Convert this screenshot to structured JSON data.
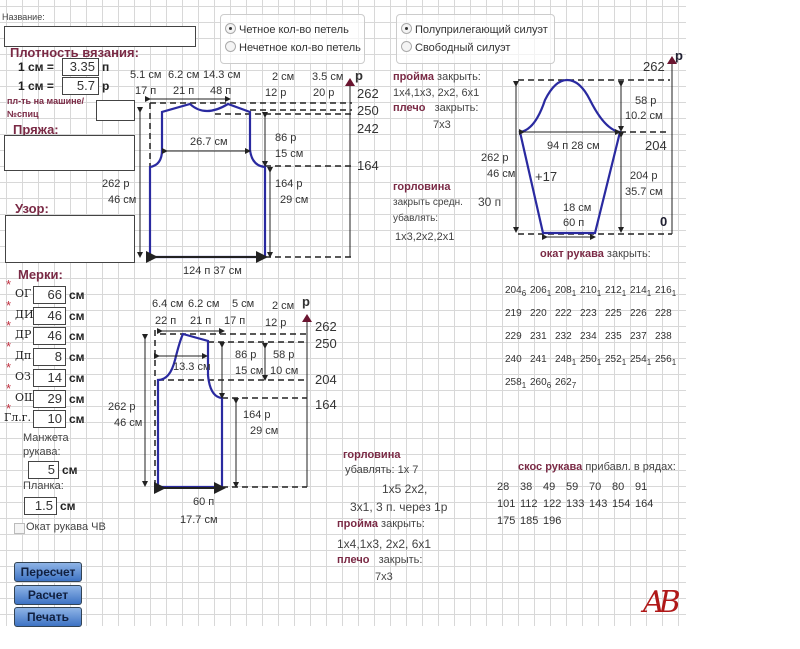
{
  "header": {
    "name_label": "Название:",
    "name_value": ""
  },
  "density": {
    "title": "Плотность вязания:",
    "row1_label": "1 см =",
    "row1_value": "3.35",
    "row1_unit": "п",
    "row2_label": "1 см =",
    "row2_value": "5.7",
    "row2_unit": "р",
    "machine_label_1": "пл-ть на машине/",
    "machine_label_2": "№спиц",
    "machine_value": ""
  },
  "yarn": {
    "label": "Пряжа:",
    "value": ""
  },
  "pattern": {
    "label": "Узор:",
    "value": ""
  },
  "measures": {
    "title": "Мерки:",
    "items": [
      {
        "label": "ОГ",
        "value": "66",
        "unit": "см"
      },
      {
        "label": "ДИ",
        "value": "46",
        "unit": "см"
      },
      {
        "label": "ДР",
        "value": "46",
        "unit": "см"
      },
      {
        "label": "Дп",
        "value": "8",
        "unit": "см"
      },
      {
        "label": "ОЗ",
        "value": "14",
        "unit": "см"
      },
      {
        "label": "ОШ",
        "value": "29",
        "unit": "см"
      },
      {
        "label": "Гл.г.",
        "value": "10",
        "unit": "см"
      }
    ],
    "cuff_label_1": "Манжета",
    "cuff_label_2": "рукава:",
    "cuff_value": "5",
    "cuff_unit": "см",
    "placket_label": "Планка:",
    "placket_value": "1.5",
    "placket_unit": "см",
    "checkbox_label": "Окат рукава ЧВ"
  },
  "buttons": {
    "recalc": "Пересчет",
    "calc": "Расчет",
    "print": "Печать"
  },
  "radio_stitches": {
    "options": [
      "Четное кол-во петель",
      "Нечетное кол-во петель"
    ],
    "selected": 0
  },
  "radio_silhouette": {
    "options": [
      "Полуприлегающий силуэт",
      "Свободный силуэт"
    ],
    "selected": 0
  },
  "back_text": {
    "armhole": "пройма",
    "armhole_close": "закрыть:",
    "armhole_vals": "1х4,1х3,  2х2,  6х1",
    "shoulder": "плечо",
    "shoulder_close": "закрыть:",
    "shoulder_vals": "7х3",
    "neck": "горловина",
    "neck_close": "закрыть средн.",
    "neck_center": "30  п",
    "neck_dec": "убавлять:",
    "neck_vals": "1х3,2х2,2х1"
  },
  "back_labels": [
    "5.1  см",
    "17  п",
    "6.2  см",
    "21  п",
    "14.3  см",
    "48  п",
    "2  см",
    "12  р",
    "3.5  см",
    "20  р",
    "р",
    "262",
    "250",
    "242",
    "164",
    "26.7  см",
    "86  р",
    "15  см",
    "164  р",
    "29  см",
    "262  р",
    "46  см",
    "124  п   37  см"
  ],
  "sleeve_labels": [
    "262",
    "р",
    "58  р",
    "10.2  см",
    "204",
    "94  п   28  см",
    "262  р",
    "46  см",
    "+17",
    "204  р",
    "35.7  см",
    "18  см",
    "60  п",
    "0"
  ],
  "sleeve_cap": {
    "title": "окат рукава",
    "close": "закрыть:",
    "rows": [
      [
        [
          "204",
          "6"
        ],
        [
          "206",
          "1"
        ],
        [
          "208",
          "1"
        ],
        [
          "210",
          "1"
        ],
        [
          "212",
          "1"
        ],
        [
          "214",
          "1"
        ],
        [
          "216",
          "1"
        ]
      ],
      [
        [
          "219",
          ""
        ],
        [
          "220",
          ""
        ],
        [
          "222",
          ""
        ],
        [
          "223",
          ""
        ],
        [
          "225",
          ""
        ],
        [
          "226",
          ""
        ],
        [
          "228",
          ""
        ]
      ],
      [
        [
          "229",
          ""
        ],
        [
          "231",
          ""
        ],
        [
          "232",
          ""
        ],
        [
          "234",
          ""
        ],
        [
          "235",
          ""
        ],
        [
          "237",
          ""
        ],
        [
          "238",
          ""
        ]
      ],
      [
        [
          "240",
          ""
        ],
        [
          "241",
          ""
        ],
        [
          "248",
          "1"
        ],
        [
          "250",
          "1"
        ],
        [
          "252",
          "1"
        ],
        [
          "254",
          "1"
        ],
        [
          "256",
          "1"
        ]
      ],
      [
        [
          "258",
          "1"
        ],
        [
          "260",
          "6"
        ],
        [
          "262",
          "7"
        ]
      ]
    ]
  },
  "front_labels": [
    "6.4  см",
    "6.2  см",
    "5  см",
    "2  см",
    "р",
    "22  п",
    "21  п",
    "17  п",
    "12  р",
    "262",
    "250",
    "204",
    "164",
    "13.3  см",
    "86  р",
    "15  см",
    "58  р",
    "10  см",
    "262  р",
    "46  см",
    "164  р",
    "29  см",
    "60  п",
    "17.7  см"
  ],
  "front_text": {
    "neck": "горловина",
    "neck_dec": "убавлять: 1х 7",
    "neck_vals_1": "1х5  2х2,",
    "neck_vals_2": "3х1,  3 п. через 1р",
    "armhole": "пройма",
    "armhole_close": "закрыть:",
    "armhole_vals": "1х4,1х3,  2х2,  6х1",
    "shoulder": "плечо",
    "shoulder_close": "закрыть:",
    "shoulder_vals": "7х3"
  },
  "sleeve_slope": {
    "title": "скос рукава",
    "subtitle": "прибавл. в рядах:",
    "rows": [
      [
        "28",
        "38",
        "49",
        "59",
        "70",
        "80",
        "91"
      ],
      [
        "101",
        "112",
        "122",
        "133",
        "143",
        "154",
        "164"
      ],
      [
        "175",
        "185",
        "196"
      ]
    ]
  },
  "logo": "AB",
  "colors": {
    "outline": "#2a2aa0",
    "accent": "#7a2a45",
    "logo": "#b01818"
  }
}
